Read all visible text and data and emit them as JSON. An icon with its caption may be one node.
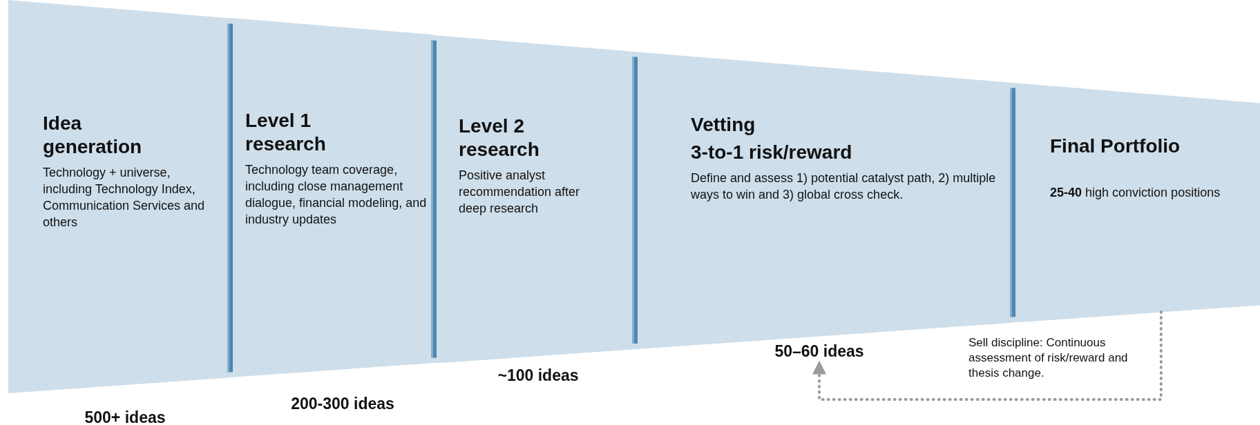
{
  "diagram": {
    "nodes": [
      {
        "text": [
          "Idea generation",
          "Technology + universe, including Technology Index, Communication Services and others"
        ],
        "beside": [
          "500+ ideas"
        ]
      },
      {
        "text": [
          "Level 1 research",
          "Technology team coverage, including close management dialogue, financial modeling, and industry updates"
        ],
        "beside": [
          "200-300 ideas"
        ]
      },
      {
        "text": [
          "Level 2 research",
          "Positive analyst recommendation after deep research"
        ],
        "beside": [
          "~100 ideas"
        ]
      },
      {
        "text": [
          "Vetting",
          "3-to-1 risk/reward",
          "Define and assess 1) potential catalyst path, 2) multiple ways to win and 3) global cross check."
        ]
      },
      {
        "text": [
          "Final Portfolio",
          "**25-40** high conviction positions"
        ]
      },
      {
        "text": [
          "50–60 ideas"
        ]
      }
    ],
    "edges": [
      {
        "from": 4,
        "to": 5,
        "arrow": "to",
        "style": "dashed",
        "label": "Sell discipline: Continuous assessment of risk/reward and thesis change."
      }
    ]
  }
}
